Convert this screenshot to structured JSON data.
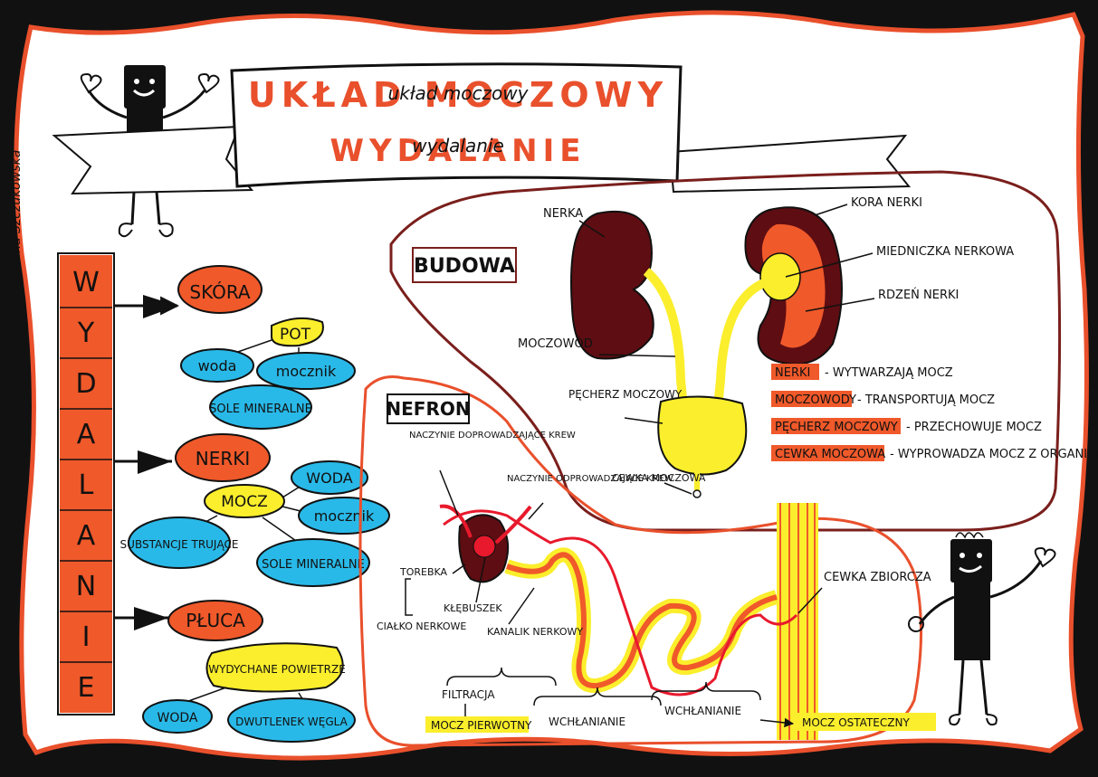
{
  "title": {
    "line1": "UKŁAD MOCZOWY",
    "line2": "WYDALANIE",
    "small1": "układ moczowy",
    "small2": "wydalanie"
  },
  "signature": "Joanna Szczukowska",
  "side_banner": {
    "letters": [
      "W",
      "Y",
      "D",
      "A",
      "L",
      "A",
      "N",
      "I",
      "E"
    ]
  },
  "organs": [
    {
      "name": "SKÓRA",
      "product": "POT",
      "items": [
        "woda",
        "mocznik",
        "SOLE MINERALNE"
      ]
    },
    {
      "name": "NERKI",
      "product": "MOCZ",
      "items": [
        "WODA",
        "mocznik",
        "SUBSTANCJE TRUJĄCE",
        "SOLE MINERALNE"
      ]
    },
    {
      "name": "PŁUCA",
      "product": "WYDYCHANE POWIETRZE",
      "items": [
        "WODA",
        "DWUTLENEK WĘGLA"
      ]
    }
  ],
  "budowa": {
    "heading": "BUDOWA",
    "labels": [
      "NERKA",
      "KORA NERKI",
      "MIEDNICZKA NERKOWA",
      "RDZEŃ NERKI",
      "MOCZOWÓD",
      "PĘCHERZ MOCZOWY",
      "CEWKA MOCZOWA"
    ],
    "functions": [
      {
        "term": "NERKI",
        "desc": "- WYTWARZAJĄ MOCZ"
      },
      {
        "term": "MOCZOWODY",
        "desc": "- TRANSPORTUJĄ MOCZ"
      },
      {
        "term": "PĘCHERZ MOCZOWY",
        "desc": "- PRZECHOWUJE MOCZ"
      },
      {
        "term": "CEWKA MOCZOWA",
        "desc": "- WYPROWADZA MOCZ Z ORGANIZMU"
      }
    ]
  },
  "nefron": {
    "heading": "NEFRON",
    "labels": {
      "naczynie_dopr": "NACZYNIE DOPROWADZAJĄCE KREW",
      "naczynie_odpr": "NACZYNIE ODPROWADZAJĄCE KREW",
      "torebka": "TOREBKA",
      "klebuszek": "KŁĘBUSZEK",
      "cialko": "CIAŁKO NERKOWE",
      "kanalik": "KANALIK NERKOWY",
      "cewka_zbiorcza": "CEWKA ZBIORCZA",
      "filtracja": "FILTRACJA",
      "mocz_pierwotny": "MOCZ PIERWOTNY",
      "wchlanianie1": "WCHŁANIANIE",
      "wchlanianie2": "WCHŁANIANIE",
      "mocz_ostateczny": "MOCZ OSTATECZNY"
    }
  },
  "colors": {
    "orange": "#f0592a",
    "blue": "#29b9e8",
    "yellow": "#fbee2c",
    "maroon": "#5e0d12",
    "red_border": "#e9502c",
    "dark_red": "#7a1f1c"
  }
}
